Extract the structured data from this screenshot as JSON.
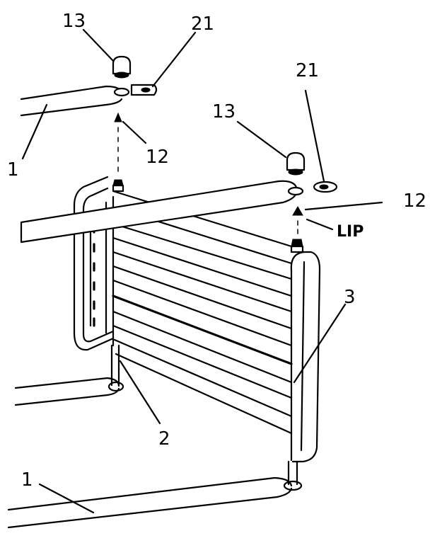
{
  "labels": {
    "a": "13",
    "b": "21",
    "c": "1",
    "d": "12",
    "e": "13",
    "f": "21",
    "g": "12",
    "h": "LIP",
    "i": "3",
    "j": "2",
    "k": "1"
  }
}
